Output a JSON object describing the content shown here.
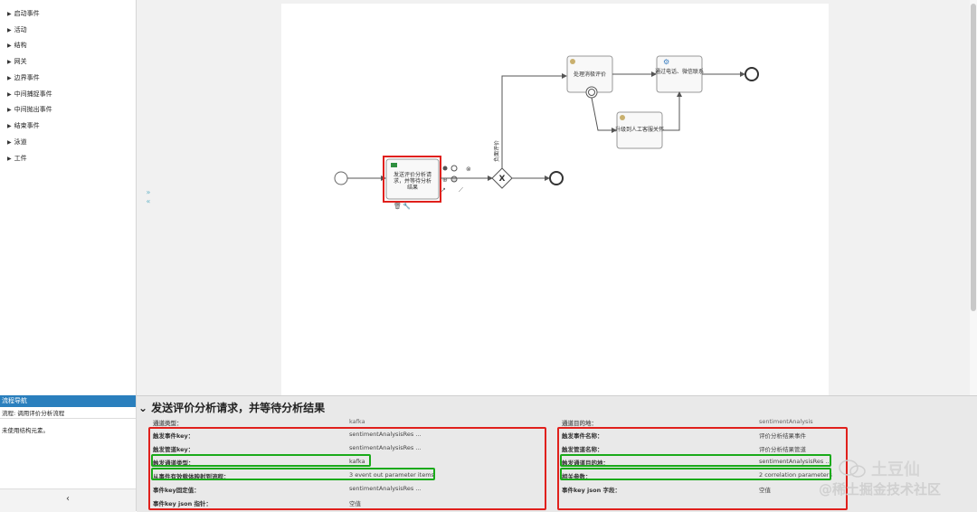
{
  "palette": {
    "items": [
      {
        "label": "启动事件"
      },
      {
        "label": "活动"
      },
      {
        "label": "结构"
      },
      {
        "label": "网关"
      },
      {
        "label": "边界事件"
      },
      {
        "label": "中间捕捉事件"
      },
      {
        "label": "中间抛出事件"
      },
      {
        "label": "结束事件"
      },
      {
        "label": "泳道"
      },
      {
        "label": "工件"
      }
    ]
  },
  "navigation": {
    "header": "流程导航",
    "process": "流程: 调用评价分析流程",
    "unused": "未使用结构元素。",
    "collapse_icon": "‹"
  },
  "diagram": {
    "task_send": "发送评价分析请求，并等待分析结果",
    "task_handle": "处理消极评价",
    "task_notify": "通过电话、微信联系",
    "task_upgrade": "升级到人工客服关怀",
    "flow_negative": "负面评价",
    "gateway_symbol": "X"
  },
  "properties": {
    "title": "发送评价分析请求，并等待分析结果",
    "partial_left_label": "通道类型：",
    "partial_left_value": "kafka",
    "partial_right_label": "通道目的地：",
    "partial_right_value": "sentimentAnalysis",
    "rows_left": [
      {
        "label": "触发事件key：",
        "value": "sentimentAnalysisRes ..."
      },
      {
        "label": "触发管道key：",
        "value": "sentimentAnalysisRes ..."
      },
      {
        "label": "触发通道类型：",
        "value": "kafka"
      },
      {
        "label": "从事件有效载体映射到流程：",
        "value": "3 event out parameter items"
      },
      {
        "label": "事件key固定值：",
        "value": "sentimentAnalysisRes ..."
      },
      {
        "label": "事件key json 指针：",
        "value": "空值"
      }
    ],
    "rows_right": [
      {
        "label": "触发事件名称：",
        "value": "评价分析结果事件"
      },
      {
        "label": "触发管道名称：",
        "value": "评价分析结果管道"
      },
      {
        "label": "触发通道目的地：",
        "value": "sentimentAnalysisRes ..."
      },
      {
        "label": "相关参数：",
        "value": "2 correlation parameters"
      },
      {
        "label": "事件key json 字段：",
        "value": "空值"
      }
    ]
  },
  "watermark": {
    "name": "土豆仙",
    "sub": "@稀土掘金技术社区"
  },
  "colors": {
    "highlight_red": "#e0201c",
    "highlight_green": "#1aaa1a",
    "nav_header": "#2a7fbd"
  }
}
